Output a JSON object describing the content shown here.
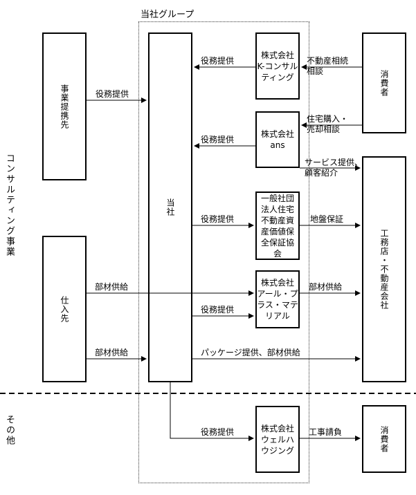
{
  "group_label": "当社グループ",
  "sections": {
    "consulting": "コンサルティング事業",
    "other": "その他"
  },
  "boxes": {
    "partner": "事業提携先",
    "supplier": "仕入先",
    "company": "当社",
    "k_consulting": "株式会社\nK-コンサル\nティング",
    "ans": "株式会社\nans",
    "association": "一般社団\n法人住宅\n不動産資\n産価値保\n全保証協\n会",
    "r_plus": "株式会社\nアール・プ\nラス・マテ\nリアル",
    "wellhousing": "株式会社\nウェルハ\nウジング",
    "consumer_top": "消費者",
    "builders": "工務店・不動産会社",
    "consumer_bottom": "消費者"
  },
  "labels": {
    "svc_k": "役務提供",
    "svc_partner": "役務提供",
    "svc_ans": "役務提供",
    "svc_assoc": "役務提供",
    "svc_rplus": "役務提供",
    "svc_well": "役務提供",
    "realestate_consult": "不動産相続\n相談",
    "housing_consult": "住宅購入・\n売却相談",
    "service_intro": "サービス提供、\n顧客紹介",
    "ground_guarantee": "地盤保証",
    "parts_supply_1": "部材供給",
    "parts_supply_2": "部材供給",
    "parts_supply_3": "部材供給",
    "package_supply": "パッケージ提供、部材供給",
    "construction": "工事請負"
  }
}
